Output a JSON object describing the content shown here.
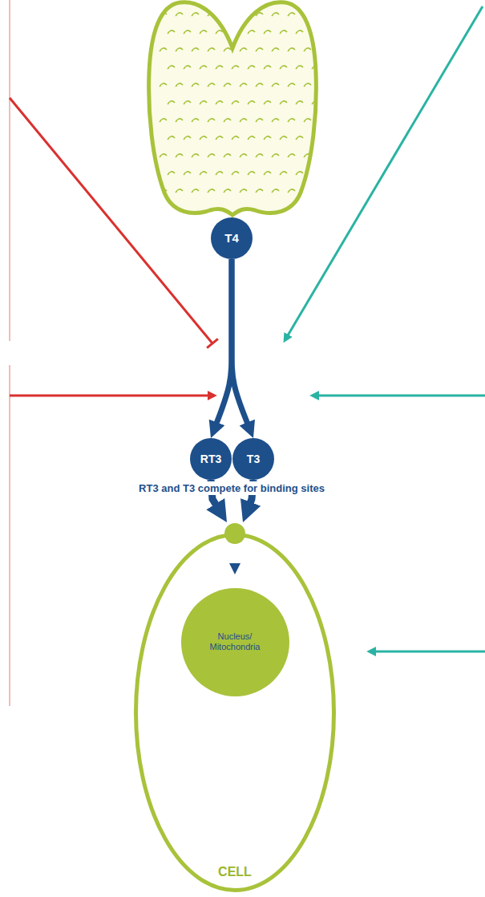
{
  "diagram": {
    "nodes": [
      {
        "text": [
          "T4"
        ]
      },
      {
        "text": [
          "RT3"
        ]
      },
      {
        "text": [
          "T3"
        ]
      },
      {
        "text": [
          "CELL"
        ]
      },
      {
        "text": [
          "Nucleus/ Mitochondria"
        ],
        "in": 3
      }
    ],
    "edges": [
      {
        "from": 0,
        "to": 1,
        "arrow": "to"
      },
      {
        "from": 0,
        "to": 2,
        "arrow": "to"
      },
      {
        "from": 1,
        "to": 3,
        "arrow": "to"
      },
      {
        "from": 2,
        "to": 3,
        "arrow": "to"
      }
    ],
    "labels": [
      "RT3 and T3 compete for binding sites"
    ]
  }
}
